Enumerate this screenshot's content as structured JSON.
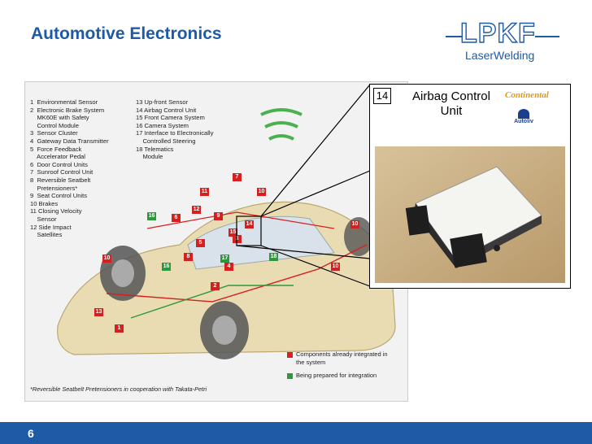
{
  "slide": {
    "title": "Automotive Electronics",
    "page_number": "6"
  },
  "logo": {
    "wordmark": "LPKF",
    "subtitle": "LaserWelding"
  },
  "legend": {
    "col1": [
      "1  Environmental Sensor",
      "2  Electronic Brake System",
      "    MK60E with Safety",
      "    Control Module",
      "3  Sensor Cluster",
      "4  Gateway Data Transmitter",
      "5  Force Feedback",
      "    Accelerator Pedal",
      "6  Door Control Units",
      "7  Sunroof Control Unit",
      "8  Reversible Seatbelt",
      "    Pretensioners*",
      "9  Seat Control Units",
      "10 Brakes",
      "11 Closing Velocity",
      "    Sensor",
      "12 Side Impact",
      "    Satellites"
    ],
    "col2": [
      "13 Up-front Sensor",
      "14 Airbag Control Unit",
      "15 Front Camera System",
      "16 Camera System",
      "17 Interface to Electronically",
      "    Controlled Steering",
      "18 Telematics",
      "    Module"
    ],
    "footnote": "*Reversible Seatbelt Pretensioners in cooperation with Takata-Petri",
    "key_red": "Components already integrated in the system",
    "key_green": "Being prepared for integration",
    "key_red_color": "#d62020",
    "key_green_color": "#2a9a3a"
  },
  "callout": {
    "index": "14",
    "title": "Airbag Control Unit",
    "brand_a": "Continental",
    "brand_b": "Autoliv"
  },
  "badges": [
    {
      "n": "7",
      "c": "r"
    },
    {
      "n": "11",
      "c": "r"
    },
    {
      "n": "10",
      "c": "r"
    },
    {
      "n": "12",
      "c": "r"
    },
    {
      "n": "16",
      "c": "g"
    },
    {
      "n": "6",
      "c": "r"
    },
    {
      "n": "9",
      "c": "r"
    },
    {
      "n": "14",
      "c": "r"
    },
    {
      "n": "15",
      "c": "r"
    },
    {
      "n": "3",
      "c": "r"
    },
    {
      "n": "17",
      "c": "g"
    },
    {
      "n": "5",
      "c": "r"
    },
    {
      "n": "8",
      "c": "r"
    },
    {
      "n": "10",
      "c": "r"
    },
    {
      "n": "16",
      "c": "g"
    },
    {
      "n": "4",
      "c": "r"
    },
    {
      "n": "2",
      "c": "r"
    },
    {
      "n": "10",
      "c": "r"
    },
    {
      "n": "13",
      "c": "r"
    },
    {
      "n": "1",
      "c": "r"
    },
    {
      "n": "10",
      "c": "r"
    },
    {
      "n": "18",
      "c": "g"
    }
  ]
}
